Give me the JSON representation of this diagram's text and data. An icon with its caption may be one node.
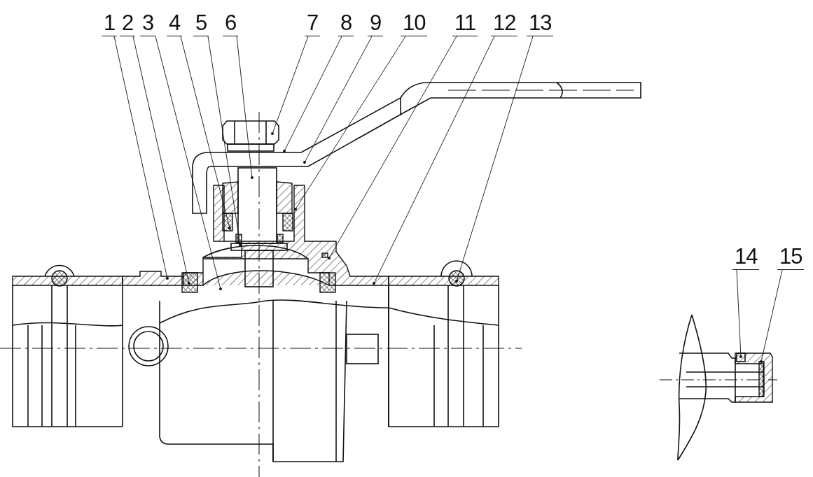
{
  "diagram": {
    "nodes": [
      {
        "text": [
          "1"
        ]
      },
      {
        "text": [
          "2"
        ]
      },
      {
        "text": [
          "3"
        ]
      },
      {
        "text": [
          "4"
        ]
      },
      {
        "text": [
          "5"
        ]
      },
      {
        "text": [
          "6"
        ]
      },
      {
        "text": [
          "7"
        ]
      },
      {
        "text": [
          "8"
        ]
      },
      {
        "text": [
          "9"
        ]
      },
      {
        "text": [
          "10"
        ]
      },
      {
        "text": [
          "11"
        ]
      },
      {
        "text": [
          "12"
        ]
      },
      {
        "text": [
          "13"
        ]
      },
      {
        "text": [
          "14"
        ]
      },
      {
        "text": [
          "15"
        ]
      }
    ],
    "edges": [
      {
        "from": 0,
        "to": null,
        "arrow": "other"
      },
      {
        "from": 1,
        "to": null,
        "arrow": "other"
      },
      {
        "from": 2,
        "to": null,
        "arrow": "other"
      },
      {
        "from": 3,
        "to": null,
        "arrow": "other"
      },
      {
        "from": 4,
        "to": null,
        "arrow": "other"
      },
      {
        "from": 5,
        "to": null,
        "arrow": "other"
      },
      {
        "from": 6,
        "to": null,
        "arrow": "other"
      },
      {
        "from": 7,
        "to": null,
        "arrow": "other"
      },
      {
        "from": 8,
        "to": null,
        "arrow": "other"
      },
      {
        "from": 9,
        "to": null,
        "arrow": "other"
      },
      {
        "from": 10,
        "to": null,
        "arrow": "other"
      },
      {
        "from": 11,
        "to": null,
        "arrow": "other"
      },
      {
        "from": 12,
        "to": null,
        "arrow": "other"
      },
      {
        "from": 13,
        "to": null,
        "arrow": "other"
      },
      {
        "from": 14,
        "to": null,
        "arrow": "other"
      }
    ]
  }
}
